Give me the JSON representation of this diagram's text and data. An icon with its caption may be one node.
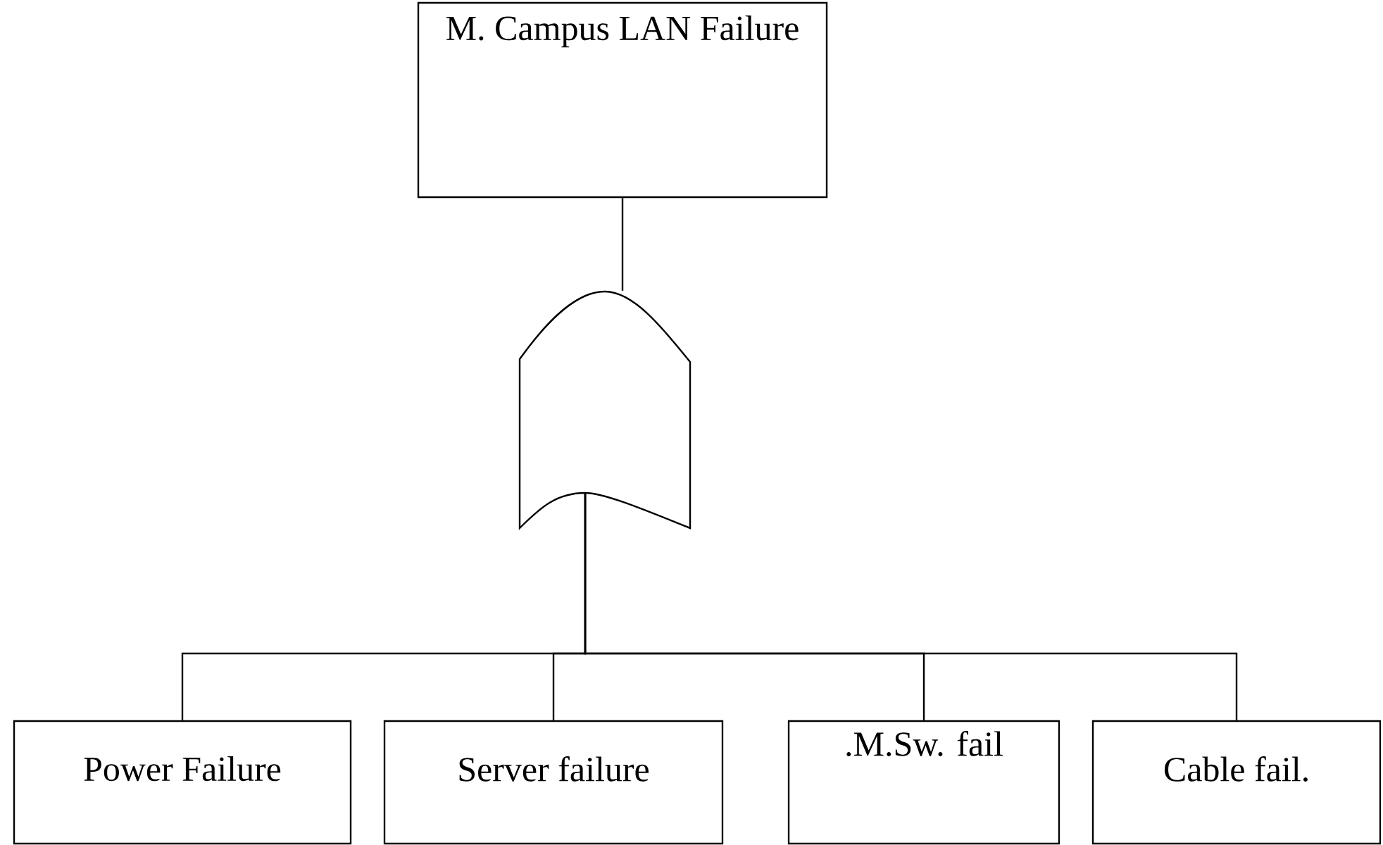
{
  "diagram": {
    "nodes": [
      {
        "text": [
          "M. Campus LAN Failure"
        ]
      },
      {
        "text": [],
        "shape": "gate"
      },
      {
        "text": [
          "Power Failure"
        ]
      },
      {
        "text": [
          "Server failure"
        ]
      },
      {
        "text": [
          ".M.Sw. fail"
        ]
      },
      {
        "text": [
          "Cable fail."
        ]
      }
    ],
    "edges": [
      {
        "from": 0,
        "to": 1,
        "arrow": "none"
      },
      {
        "from": 1,
        "to": 2,
        "arrow": "none"
      },
      {
        "from": 1,
        "to": 3,
        "arrow": "none"
      },
      {
        "from": 1,
        "to": 4,
        "arrow": "none"
      },
      {
        "from": 1,
        "to": 5,
        "arrow": "none"
      }
    ]
  }
}
